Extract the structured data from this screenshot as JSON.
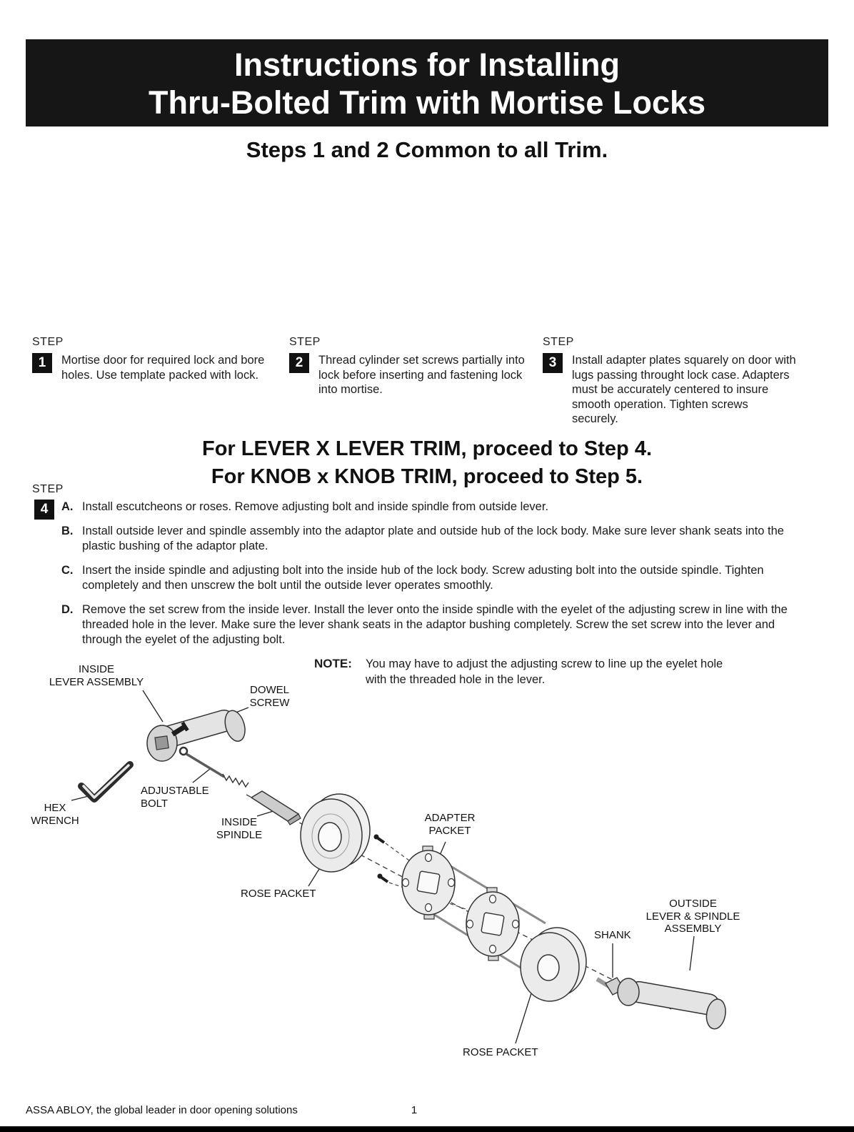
{
  "header": {
    "title_line1": "Instructions for Installing",
    "title_line2": "Thru-Bolted Trim with Mortise Locks"
  },
  "subtitle": "Steps 1 and 2 Common to all Trim.",
  "step_label": "STEP",
  "steps": [
    {
      "number": "1",
      "text": "Mortise door for required lock and bore holes. Use template packed with lock."
    },
    {
      "number": "2",
      "text": "Thread cylinder set screws partially into lock before inserting and fastening lock into mortise."
    },
    {
      "number": "3",
      "text": "Install adapter plates squarely on door with lugs passing throught lock case. Adapters must be accurately centered to insure smooth operation. Tighten screws securely."
    }
  ],
  "proceed": {
    "line1": "For LEVER X LEVER TRIM, proceed to Step 4.",
    "line2": "For KNOB x KNOB TRIM, proceed to Step 5."
  },
  "step4": {
    "number": "4",
    "items": [
      {
        "letter": "A.",
        "text": "Install escutcheons or roses. Remove adjusting bolt and inside spindle from outside lever."
      },
      {
        "letter": "B.",
        "text": "Install outside lever and spindle assembly into the adaptor plate and outside hub of the lock body. Make sure lever shank seats into the plastic bushing of the adaptor plate."
      },
      {
        "letter": "C.",
        "text": "Insert the inside spindle and adjusting bolt into the inside hub of the lock body. Screw adusting bolt into the outside spindle. Tighten completely and then unscrew the bolt until the outside lever operates smoothly."
      },
      {
        "letter": "D.",
        "text": "Remove the set screw from the inside lever. Install the lever onto the inside spindle with the eyelet of the adjusting screw in line with the threaded hole in the lever. Make sure the lever shank seats in the adaptor bushing completely. Screw the set screw into the lever and through the eyelet of the adjusting bolt."
      }
    ]
  },
  "note": {
    "label": "NOTE:",
    "text": "You may have to adjust the adjusting screw to line up the eyelet hole with the threaded hole in the lever."
  },
  "diagram": {
    "labels": {
      "inside_lever_assembly": "INSIDE\nLEVER ASSEMBLY",
      "dowel_screw": "DOWEL\nSCREW",
      "adjustable_bolt": "ADJUSTABLE\nBOLT",
      "hex_wrench": "HEX\nWRENCH",
      "inside_spindle": "INSIDE\nSPINDLE",
      "rose_packet_left": "ROSE PACKET",
      "adapter_packet": "ADAPTER\nPACKET",
      "shank": "SHANK",
      "outside_lever_spindle_assembly": "OUTSIDE\nLEVER & SPINDLE\nASSEMBLY",
      "rose_packet_right": "ROSE PACKET"
    }
  },
  "footer": {
    "brand_line": "ASSA ABLOY, the global leader in door opening solutions",
    "page_number": "1"
  }
}
